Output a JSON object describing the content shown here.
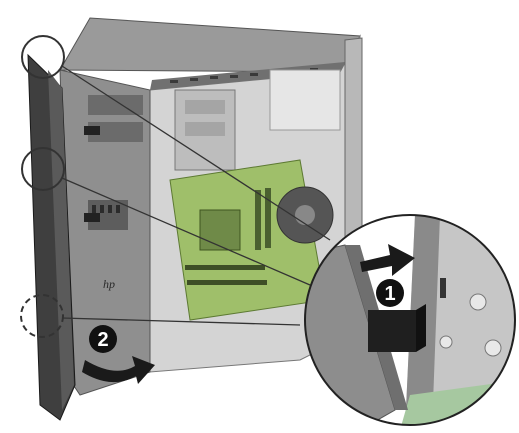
{
  "callouts": [
    {
      "number": "1",
      "meaning": "push"
    },
    {
      "number": "2",
      "meaning": "rotate"
    }
  ],
  "brand_mark": "hp",
  "colors": {
    "chassis_dark": "#5a5a5a",
    "chassis_mid": "#8a8a8a",
    "chassis_light": "#c9c9c9",
    "board_green": "#9fbf6a",
    "callout_fill": "#111111",
    "arrow_fill": "#1a1a1a"
  },
  "icons": [
    "arrow-right-icon",
    "curved-arrow-icon"
  ]
}
